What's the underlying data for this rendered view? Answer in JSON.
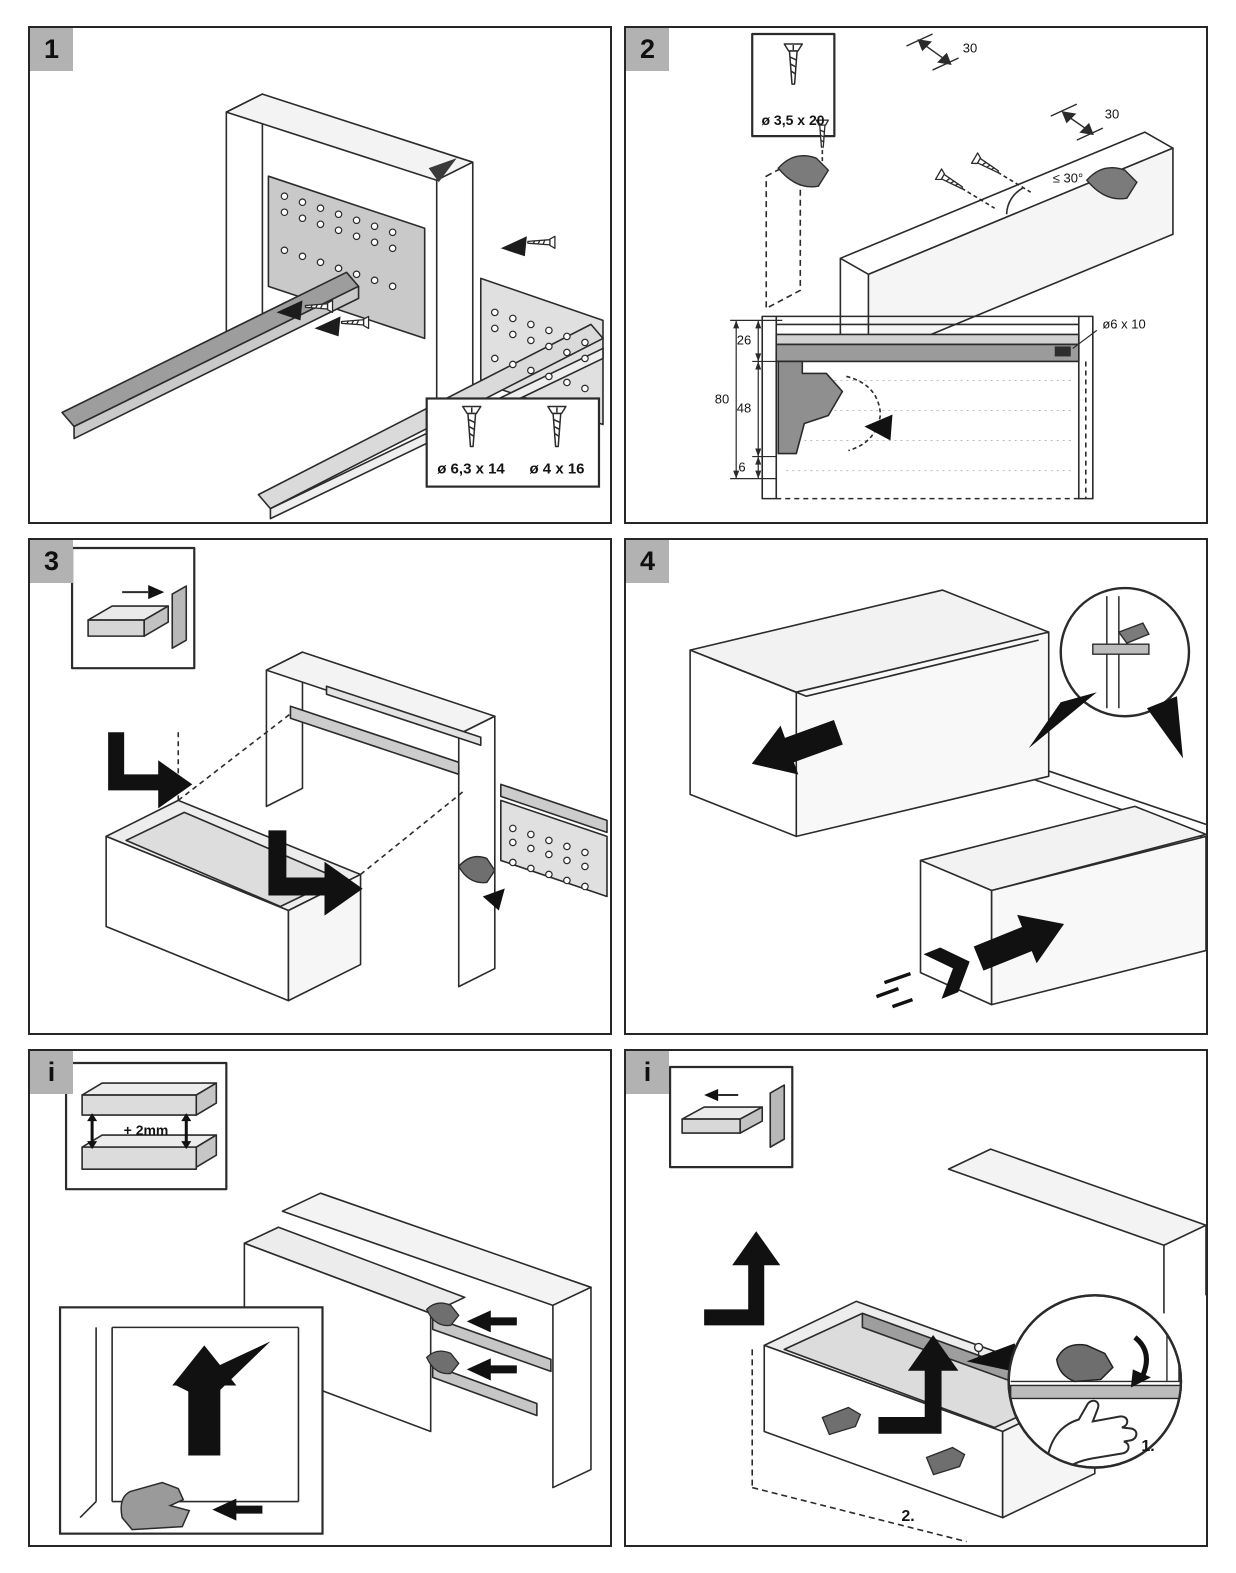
{
  "document": {
    "type": "drawer-runner-assembly-instructions",
    "background": "#ffffff",
    "line_color": "#2b2b2b",
    "badge_color": "#b2b2b2"
  },
  "panels": {
    "p1": {
      "label": "1",
      "screw_spec_1": "ø 6,3 x 14",
      "screw_spec_2": "ø 4 x 16"
    },
    "p2": {
      "label": "2",
      "screw_spec": "ø 3,5 x 20",
      "dim_top": "30",
      "dim_side": "30",
      "angle_max": "≤ 30°",
      "hole_spec": "ø6 x 10",
      "dim_26": "26",
      "dim_80": "80",
      "dim_48": "48",
      "dim_6": "6"
    },
    "p3": {
      "label": "3"
    },
    "p4": {
      "label": "4"
    },
    "p5": {
      "label": "i",
      "gap_note": "+ 2mm"
    },
    "p6": {
      "label": "i",
      "step_1": "1.",
      "step_2": "2."
    }
  }
}
